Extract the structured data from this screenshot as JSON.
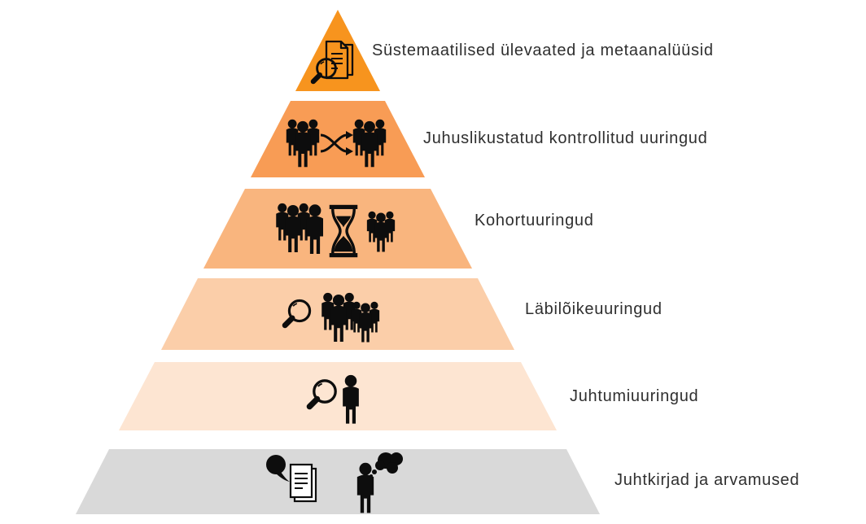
{
  "pyramid": {
    "background_color": "#ffffff",
    "text_color": "#2f2f2f",
    "icon_color": "#0d0d0d",
    "levels": [
      {
        "rank": 1,
        "label": "Süstemaatilised ülevaated ja metaanalüüsid",
        "color": "#F7941E",
        "icon": "magnifier-documents-icon"
      },
      {
        "rank": 2,
        "label": "Juhuslikustatud kontrollitud uuringud",
        "color": "#F89C55",
        "icon": "two-groups-crossover-arrows-icon"
      },
      {
        "rank": 3,
        "label": "Kohortuuringud",
        "color": "#F9B57E",
        "icon": "crowd-hourglass-icon"
      },
      {
        "rank": 4,
        "label": "Läbilõikeuuringud",
        "color": "#FBCEA9",
        "icon": "magnifier-crowd-icon"
      },
      {
        "rank": 5,
        "label": "Juhtumiuuringud",
        "color": "#FDE5D2",
        "icon": "magnifier-person-icon"
      },
      {
        "rank": 6,
        "label": "Juhtkirjad ja arvamused",
        "color": "#D9D9D9",
        "icon": "speech-document-and-thinking-person-icon"
      }
    ]
  }
}
